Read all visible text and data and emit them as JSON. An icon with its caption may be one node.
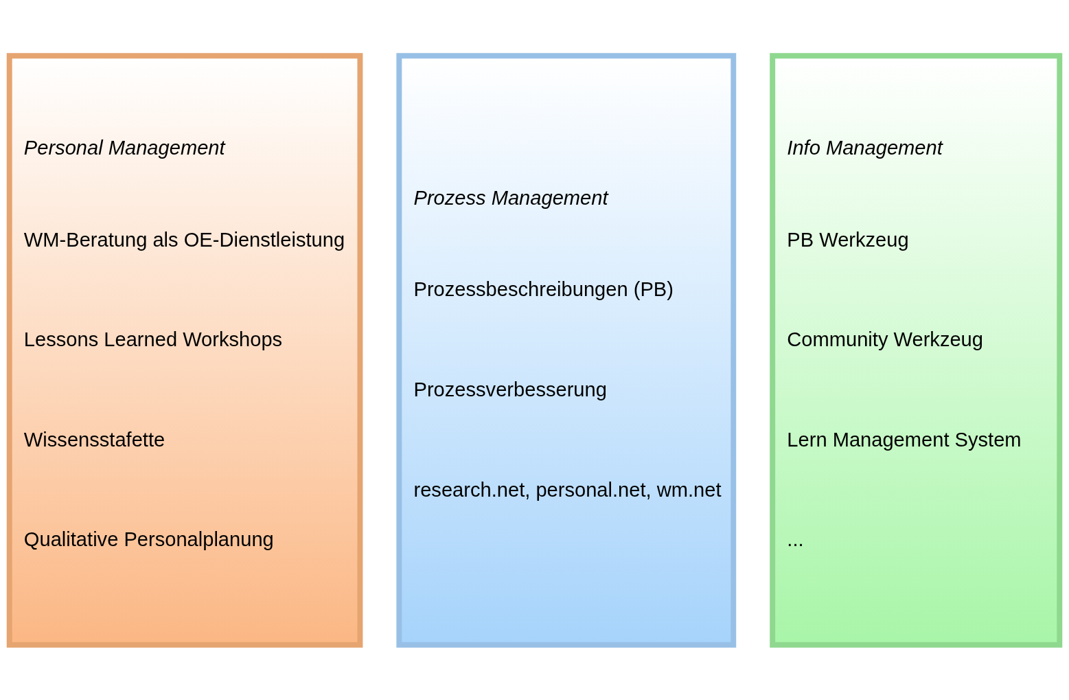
{
  "diagram": {
    "nodes": [
      {
        "text": [
          "Personal Management",
          "WM-Beratung als OE-Dienstleistung",
          "Lessons Learned Workshops",
          "Wissensstafette",
          "Qualitative Personalplanung"
        ]
      },
      {
        "text": [
          "Prozess Management",
          "Prozessbeschreibungen (PB)",
          "Prozessverbesserung",
          "research.net, personal.net, wm.net"
        ]
      },
      {
        "text": [
          "Info Management",
          "PB Werkzeug",
          "Community Werkzeug",
          "Lern Management System",
          "..."
        ]
      }
    ]
  }
}
